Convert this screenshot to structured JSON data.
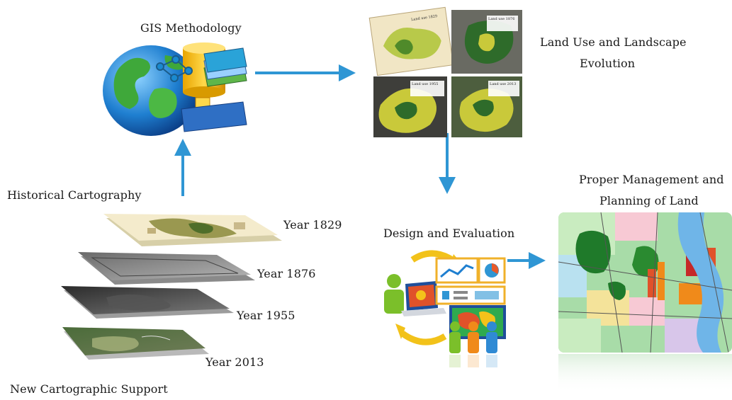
{
  "labels": {
    "gis_methodology": "GIS Methodology",
    "land_use_line1": "Land Use and Landscape",
    "land_use_line2": "Evolution",
    "historical_cartography": "Historical Cartography",
    "proper_management_line1": "Proper Management and",
    "proper_management_line2": "Planning of Land",
    "design_evaluation": "Design and Evaluation",
    "new_cartographic_support": "New Cartographic Support"
  },
  "map_layers": [
    {
      "year_label": "Year 1829"
    },
    {
      "year_label": "Year 1876"
    },
    {
      "year_label": "Year 1955"
    },
    {
      "year_label": "Year 2013"
    }
  ],
  "thumbnails": {
    "tl": "Land use 1829",
    "tr": "Land use 1876",
    "bl": "Land use 1955",
    "br": "Land use 2013"
  },
  "colors": {
    "arrow": "#2f96d4",
    "forest": "#2e6b2a",
    "agri": "#c9c93a"
  }
}
